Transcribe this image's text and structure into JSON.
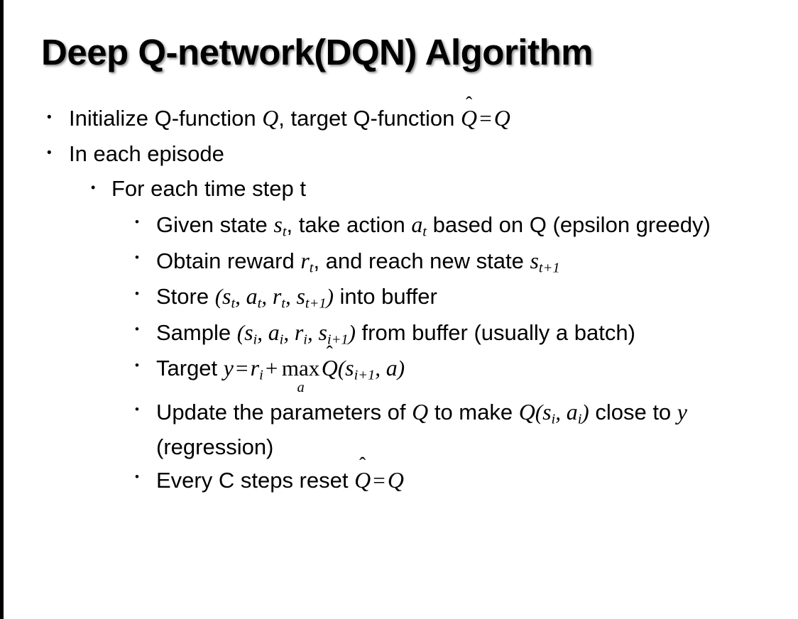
{
  "slide": {
    "title": "Deep Q-network(DQN) Algorithm",
    "background_color": "#ffffff",
    "text_color": "#000000",
    "edge_bar_color": "#000000",
    "bullet_glyph": "•"
  },
  "bullets": {
    "l1_initialize": {
      "prefix": "Initialize Q-function ",
      "var_q1": "Q",
      "mid": ", target Q-function ",
      "hat_q": "Q",
      "hat_mark": "̂",
      "equals": "=",
      "var_q2": "Q"
    },
    "l1_in_each_episode": {
      "text": "In each episode"
    },
    "l2_for_each_time_step": {
      "text": "For each time step t"
    },
    "l3_given_state": {
      "p1": "Given state ",
      "var_s": "s",
      "sub_s": "t",
      "p2": ", take action ",
      "var_a": "a",
      "sub_a": "t",
      "p3": " based on Q (epsilon greedy)"
    },
    "l3_obtain_reward": {
      "p1": "Obtain reward ",
      "var_r": "r",
      "sub_r": "t",
      "p2": ", and reach new state ",
      "var_s": "s",
      "sub_s": "t+1"
    },
    "l3_store": {
      "p1": "Store ",
      "paren_open": "(",
      "var_s": "s",
      "sub_s": "t",
      "comma1": ", ",
      "var_a": "a",
      "sub_a": "t",
      "comma2": ", ",
      "var_r": "r",
      "sub_r": "t",
      "comma3": ", ",
      "var_s2": "s",
      "sub_s2": "t+1",
      "paren_close": ")",
      "p2": " into buffer"
    },
    "l3_sample": {
      "p1": "Sample ",
      "paren_open": "(",
      "var_s": "s",
      "sub_s": "i",
      "comma1": ", ",
      "var_a": "a",
      "sub_a": "i",
      "comma2": ", ",
      "var_r": "r",
      "sub_r": "i",
      "comma3": ", ",
      "var_s2": "s",
      "sub_s2": "i+1",
      "paren_close": ")",
      "p2": " from buffer (usually a batch)"
    },
    "l3_target": {
      "p1": "Target ",
      "var_y": "y",
      "equals": "=",
      "var_r": "r",
      "sub_r": "i",
      "plus": "+",
      "max_op": "max",
      "max_sub": "a",
      "hat_q": "Q",
      "hat_mark": "̂",
      "paren_open": "(",
      "var_s": "s",
      "sub_s": "i+1",
      "comma": ", ",
      "var_a": "a",
      "paren_close": ")"
    },
    "l3_update": {
      "p1": "Update the parameters of ",
      "var_q1": "Q",
      "p2": " to make ",
      "var_q2": "Q",
      "paren_open": "(",
      "var_s": "s",
      "sub_s": "i",
      "comma": ", ",
      "var_a": "a",
      "sub_a": "i",
      "paren_close": ")",
      "p3": " close to ",
      "var_y": "y",
      "p4": " (regression)"
    },
    "l3_every_c_steps": {
      "p1": "Every C steps reset ",
      "hat_q": "Q",
      "hat_mark": "̂",
      "equals": "=",
      "var_q": "Q"
    }
  }
}
